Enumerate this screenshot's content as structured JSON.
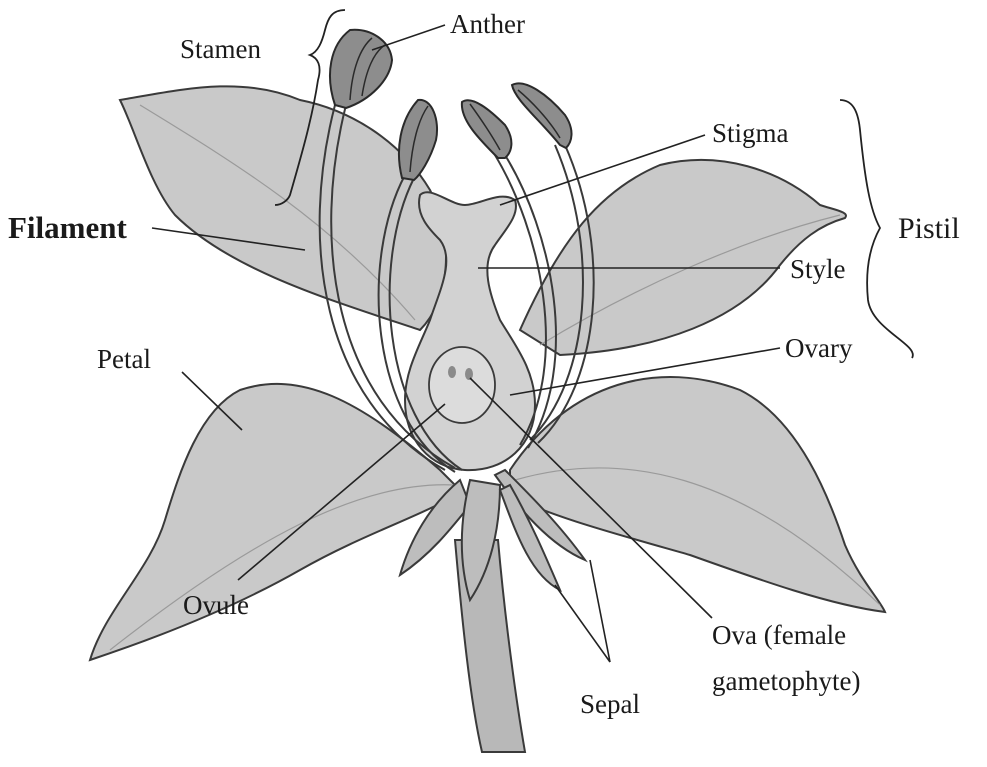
{
  "labels": {
    "anther": "Anther",
    "stamen": "Stamen",
    "stigma": "Stigma",
    "filament": "Filament",
    "pistil": "Pistil",
    "style": "Style",
    "ovary": "Ovary",
    "petal": "Petal",
    "ovule": "Ovule",
    "ova_line1": "Ova (female",
    "ova_line2": "gametophyte)",
    "sepal": "Sepal"
  }
}
